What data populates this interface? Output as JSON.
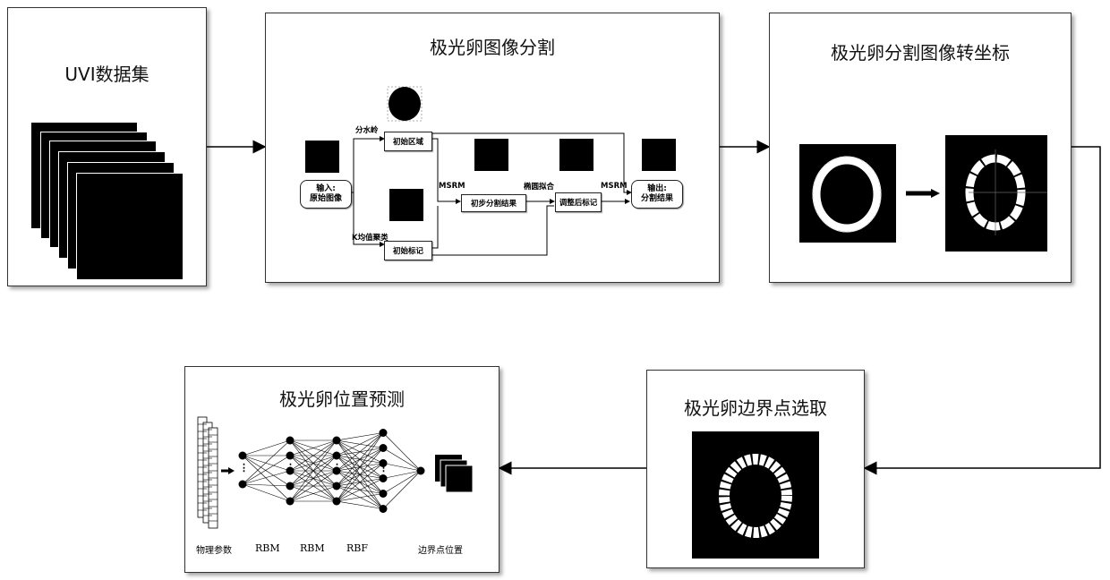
{
  "panels": {
    "uvi": {
      "title": "UVI数据集"
    },
    "segmentation": {
      "title": "极光卵图像分割",
      "input_label": "输入:\n原始图像",
      "output_label": "输出:\n分割结果",
      "watershed_label": "分水岭",
      "kmeans_label": "K均值聚类",
      "initial_region": "初始区域",
      "initial_mark": "初始标记",
      "msrm_1": "MSRM",
      "prelim_result": "初步分割结果",
      "ellipse_fit": "椭圆拟合",
      "adjusted_mark": "调整后标记",
      "msrm_2": "MSRM"
    },
    "transform": {
      "title": "极光卵分割图像转坐标"
    },
    "boundary": {
      "title": "极光卵边界点选取"
    },
    "prediction": {
      "title": "极光卵位置预测",
      "labels": [
        "物理参数",
        "RBM",
        "RBM",
        "RBF",
        "边界点位置"
      ],
      "ellipsis": "⋮"
    }
  },
  "network": {
    "layer_node_counts": [
      2,
      5,
      5,
      6,
      1
    ]
  }
}
